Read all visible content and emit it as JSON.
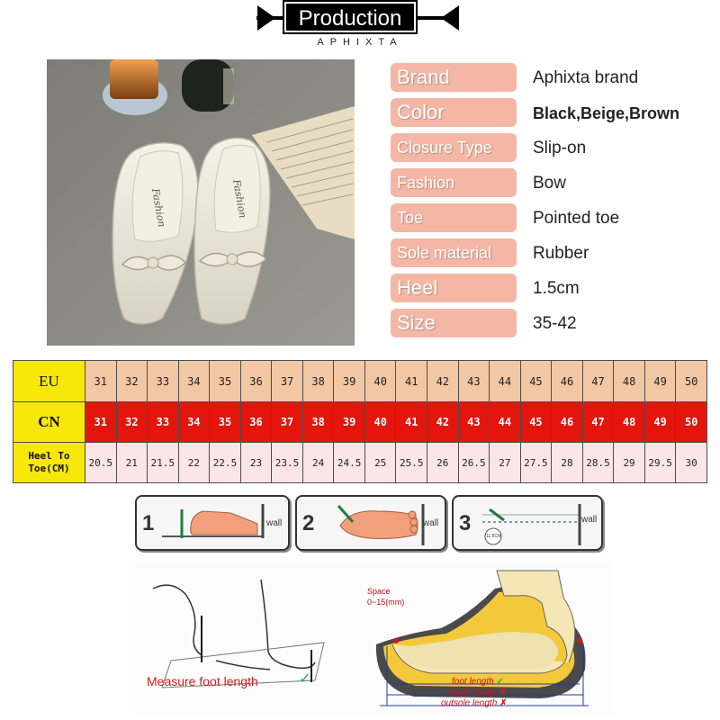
{
  "header": {
    "title": "Production",
    "subtitle": "APHIXTA"
  },
  "specs": [
    {
      "label": "Brand",
      "value": "Aphixta brand"
    },
    {
      "label": "Color",
      "value": "Black,Beige,Brown"
    },
    {
      "label": "Closure Type",
      "value": "Slip-on"
    },
    {
      "label": "Fashion",
      "value": "Bow"
    },
    {
      "label": "Toe",
      "value": "Pointed toe"
    },
    {
      "label": "Sole material",
      "value": "Rubber"
    },
    {
      "label": "Heel",
      "value": "1.5cm"
    },
    {
      "label": "Size",
      "value": "35-42"
    }
  ],
  "photo": {
    "insole_print": "Fashion"
  },
  "size_table": {
    "eu_label": "EU",
    "cn_label": "CN",
    "heel_label_1": "Heel To",
    "heel_label_2": "Toe(CM)",
    "eu": [
      "31",
      "32",
      "33",
      "34",
      "35",
      "36",
      "37",
      "38",
      "39",
      "40",
      "41",
      "42",
      "43",
      "44",
      "45",
      "46",
      "47",
      "48",
      "49",
      "50"
    ],
    "cn": [
      "31",
      "32",
      "33",
      "34",
      "35",
      "36",
      "37",
      "38",
      "39",
      "40",
      "41",
      "42",
      "43",
      "44",
      "45",
      "46",
      "47",
      "48",
      "49",
      "50"
    ],
    "heel_to_toe": [
      "20.5",
      "21",
      "21.5",
      "22",
      "22.5",
      "23",
      "23.5",
      "24",
      "24.5",
      "25",
      "25.5",
      "26",
      "26.5",
      "27",
      "27.5",
      "28",
      "28.5",
      "29",
      "29.5",
      "30"
    ]
  },
  "steps": [
    {
      "num": "1",
      "wall": "wall"
    },
    {
      "num": "2",
      "wall": "wall"
    },
    {
      "num": "3",
      "wall": "wall",
      "badge": "11.5CM"
    }
  ],
  "diagram": {
    "measure_caption": "Measure foot length",
    "space_label_1": "Space",
    "space_label_2": "0~15(mm)",
    "foot_length": "foot length",
    "insole_length": "insole length",
    "outsole_length": "outsole length",
    "check_mark": "✓",
    "cross_mark": "✗"
  },
  "colors": {
    "label_bg": "#f4b7a5",
    "eu_row": "#f2c7a4",
    "cn_row": "#e4150d",
    "heel_row": "#fbe5e6",
    "row_header": "#f7e70a"
  }
}
